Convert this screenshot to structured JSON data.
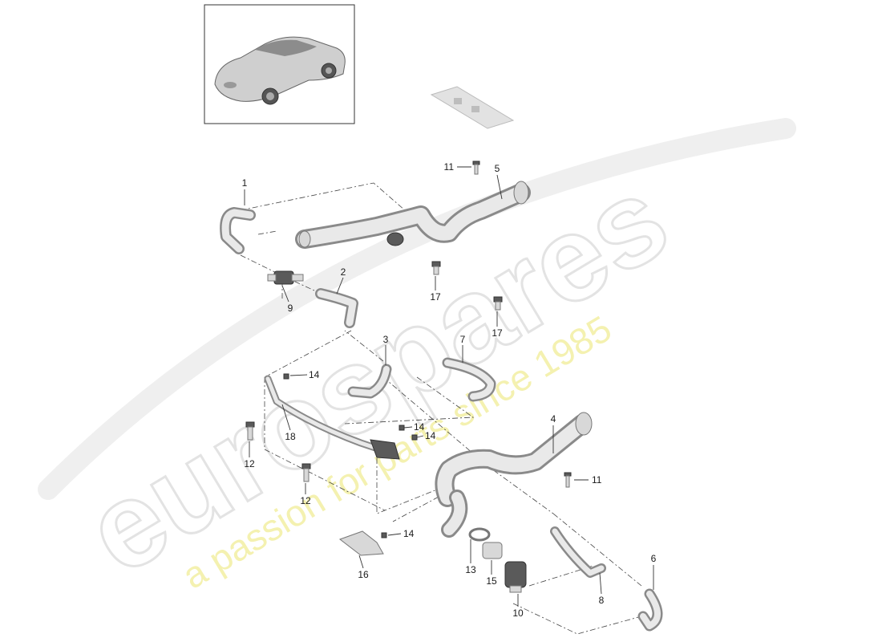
{
  "watermark": {
    "brand": "eurospares",
    "tagline": "a passion for parts since 1985"
  },
  "callouts": [
    {
      "id": "c1",
      "label": "1"
    },
    {
      "id": "c2",
      "label": "2"
    },
    {
      "id": "c3",
      "label": "3"
    },
    {
      "id": "c4",
      "label": "4"
    },
    {
      "id": "c5",
      "label": "5"
    },
    {
      "id": "c6",
      "label": "6"
    },
    {
      "id": "c7",
      "label": "7"
    },
    {
      "id": "c8",
      "label": "8"
    },
    {
      "id": "c9",
      "label": "9"
    },
    {
      "id": "c10",
      "label": "10"
    },
    {
      "id": "c11a",
      "label": "11"
    },
    {
      "id": "c11b",
      "label": "11"
    },
    {
      "id": "c12a",
      "label": "12"
    },
    {
      "id": "c12b",
      "label": "12"
    },
    {
      "id": "c13",
      "label": "13"
    },
    {
      "id": "c14a",
      "label": "14"
    },
    {
      "id": "c14b",
      "label": "14"
    },
    {
      "id": "c14c",
      "label": "14"
    },
    {
      "id": "c14d",
      "label": "14"
    },
    {
      "id": "c15",
      "label": "15"
    },
    {
      "id": "c16",
      "label": "16"
    },
    {
      "id": "c17a",
      "label": "17"
    },
    {
      "id": "c17b",
      "label": "17"
    },
    {
      "id": "c18",
      "label": "18"
    }
  ],
  "colors": {
    "hose": "#8a8a8a",
    "watermark_gray": "#e6e6e6",
    "watermark_yellow": "#f3f0a6"
  }
}
